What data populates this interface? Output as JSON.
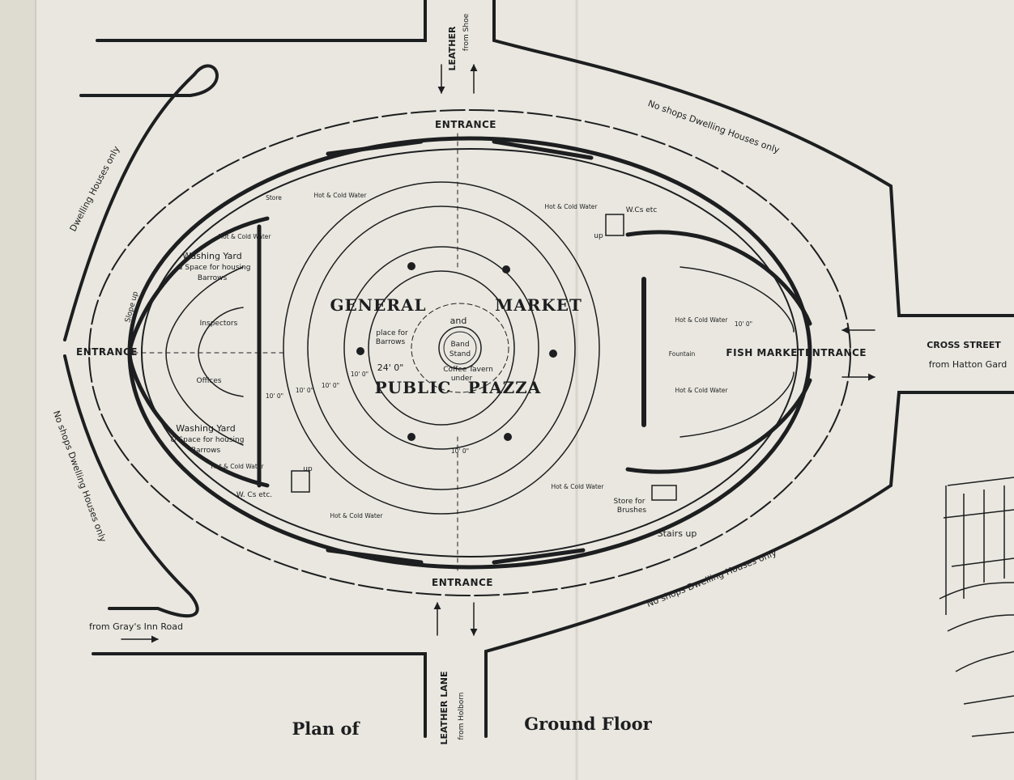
{
  "entrances": {
    "north": "ENTRANCE",
    "south": "ENTRANCE",
    "west": "ENTRANCE",
    "east": "ENTRANCE"
  },
  "market": {
    "general": "GENERAL",
    "and": "and",
    "market": "MARKET",
    "public": "PUBLIC",
    "piazza": "PIAZZA",
    "fish_market": "FISH MARKET",
    "fountain": "Fountain"
  },
  "center": {
    "band_stand_1": "Band",
    "band_stand_2": "Stand",
    "coffee_1": "Coffee Tavern",
    "coffee_2": "under",
    "barrows_1": "place for",
    "barrows_2": "Barrows"
  },
  "rooms": {
    "washing_top_1": "Washing Yard",
    "washing_top_2": "& Space for housing",
    "washing_top_3": "Barrows",
    "washing_bottom_1": "Washing Yard",
    "washing_bottom_2": "& Space for housing",
    "washing_bottom_3": "Barrows",
    "inspectors": "Inspectors",
    "offices": "Offices",
    "store_for_brushes_1": "Store for",
    "store_for_brushes_2": "Brushes",
    "stairs_up": "Stairs up",
    "slope_up": "Slope up",
    "up_1": "up",
    "up_2": "up",
    "wcs_top": "W.Cs etc",
    "wcs_bottom": "W. Cs etc.",
    "store_small": "Store"
  },
  "water": {
    "w1": "Hot & Cold Water",
    "w2": "Hot & Cold Water",
    "w3": "Hot & Cold Water",
    "w4": "Hot & Cold Water",
    "w5": "Hot & Cold Water",
    "w6": "Hot & Cold Water",
    "w7": "Hot & Cold Water",
    "w8": "Hot & Cold Water"
  },
  "dimensions": {
    "d24": "24' 0\"",
    "d10a": "10' 0\"",
    "d10b": "10' 0\"",
    "d10c": "10' 0\"",
    "d10d": "10' 0\"",
    "d10e": "10' 0\"",
    "d10f": "10' 0\""
  },
  "streets": {
    "leather_lane_top_1": "LEATHER",
    "leather_lane_top_2": "from Shoe",
    "leather_lane_bottom_1": "LEATHER LANE",
    "leather_lane_bottom_2": "from Holborn",
    "cross_street_1": "CROSS STREET",
    "cross_street_2": "from Hatton Gard",
    "grays_inn": "from Gray's Inn Road",
    "dwelling_ne": "No shops   Dwelling Houses only",
    "dwelling_se": "No shops   Dwelling Houses only",
    "dwelling_nw": "Dwelling Houses only",
    "dwelling_sw": "No shops   Dwelling Houses only"
  },
  "caption": {
    "plan_of": "Plan of",
    "ground_floor": "Ground Floor"
  },
  "colors": {
    "paper": "#e9e7df",
    "ink": "#1d1e20"
  }
}
